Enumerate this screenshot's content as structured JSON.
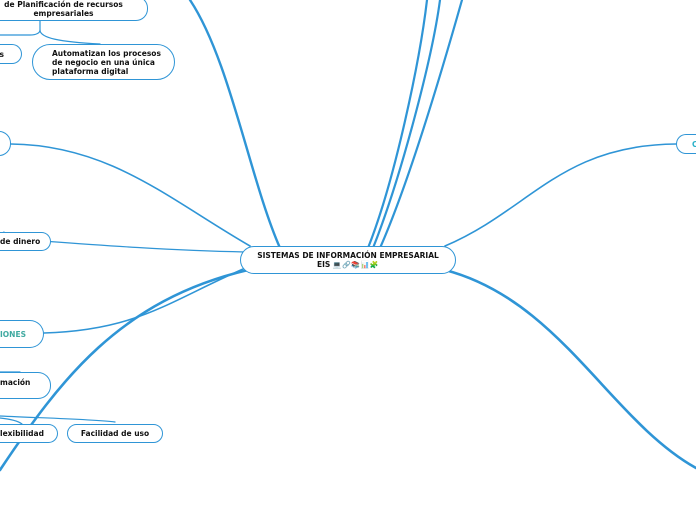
{
  "central": {
    "line1": "SISTEMAS DE INFORMACIÓN EMPRESARIAL",
    "line2": "EIS",
    "emoji": "💻🔗📚📊🧩"
  },
  "nodes": {
    "erp_line1": "de Planificación de recursos",
    "erp_line2": "empresariales",
    "small_s": "s",
    "automatizan_line1": "Automatizan los procesos",
    "automatizan_line2": "de negocio en una única",
    "automatizan_line3": "plataforma digital",
    "dinero": "de dinero",
    "iones": "IONES",
    "macion": "mación",
    "flexibilidad": "lexibilidad",
    "facilidad": "Facilidad de uso",
    "right_c": "C"
  },
  "colors": {
    "branch": "#2f95d6",
    "teal_text": "#3fa9a0",
    "cyan_text": "#28b0c8"
  }
}
